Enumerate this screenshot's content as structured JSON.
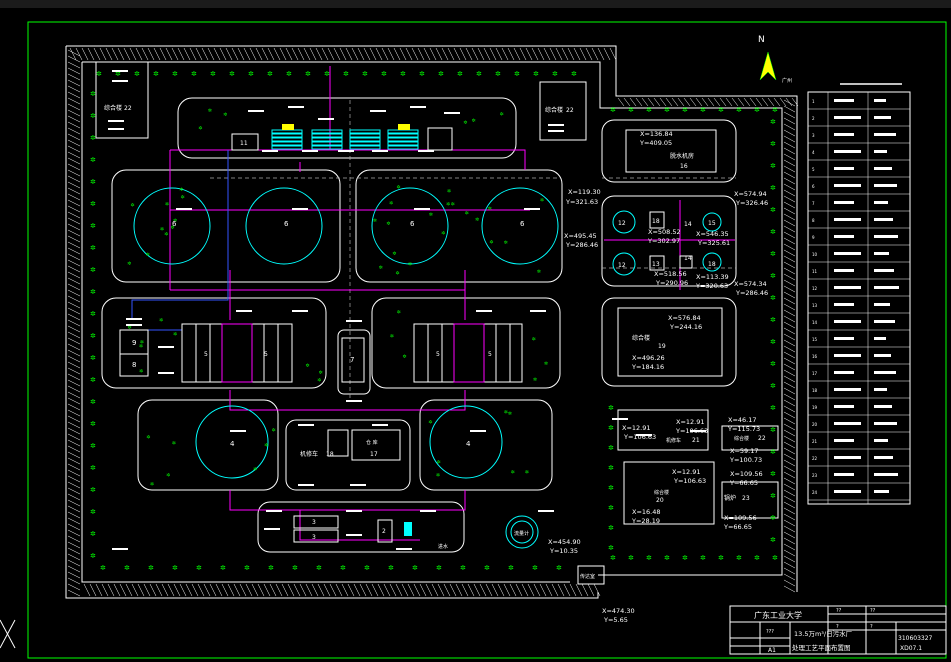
{
  "north_label": "N",
  "north_tag": "广州",
  "uni_name": "广东工业大学",
  "drawing_title_1": "13.5万m³/日污水厂",
  "drawing_title_2": "处理工艺平面布置图",
  "drawing_no": "310603327",
  "drawing_no2": "XD07.1",
  "scale": "A1",
  "sheet_marks": [
    "???",
    "?",
    "??",
    "??",
    "?"
  ],
  "colors": {
    "frame": "#00ff00",
    "road": "#ffffff",
    "pipe": "#ff00ff",
    "tank": "#00ffff",
    "text": "#ffffff",
    "tree": "#00ff00",
    "blue": "#3355ff",
    "yellow": "#ffff00"
  },
  "buildings": {
    "office_22a": {
      "name": "综合楼",
      "num": "22"
    },
    "office_22b": {
      "name": "综合楼",
      "num": "22"
    },
    "pump_11": {
      "num": "11"
    },
    "sed_6": [
      "6",
      "6",
      "6",
      "6"
    ],
    "bio_5": [
      "5",
      "5",
      "5",
      "5"
    ],
    "tank_9": "9",
    "tank_8": "8",
    "tank_7": "7",
    "sec_4": [
      "4",
      "4"
    ],
    "machine_18": {
      "name": "机修车",
      "num": "18"
    },
    "store_17": {
      "name": "仓 库",
      "num": "17"
    },
    "grit_3": [
      "3",
      "3"
    ],
    "pump_2": "2",
    "inlet_1": "进水",
    "flow_24": "流量计",
    "gate": "传达室",
    "sludge_16": {
      "name": "脱水机房",
      "num": "16"
    },
    "dig_12": [
      "12",
      "12"
    ],
    "dig_13": "13",
    "dig_18b": [
      "18",
      "18"
    ],
    "dig_14": [
      "14",
      "14"
    ],
    "dig_15": "15",
    "canteen_19": {
      "name": "综合楼",
      "num": "19"
    },
    "b21": {
      "name": "机修车",
      "num": "21"
    },
    "b22": {
      "name": "综合楼",
      "num": "22"
    },
    "b20": {
      "name": "综合楼",
      "num": "20"
    },
    "b23": {
      "name": "锅炉",
      "num": "23"
    }
  },
  "coords": {
    "c1": [
      "X=119.30",
      "Y=321.63"
    ],
    "c2": [
      "X=495.45",
      "Y=286.46"
    ],
    "c3": [
      "X=136.84",
      "Y=409.05"
    ],
    "c4": [
      "X=574.94",
      "Y=326.46"
    ],
    "c5": [
      "X=546.35",
      "Y=325.61"
    ],
    "c6": [
      "X=508.52",
      "Y=302.97"
    ],
    "c7": [
      "X=518.56",
      "Y=290.96"
    ],
    "c8": [
      "X=113.39",
      "Y=320.63"
    ],
    "c9": [
      "X=574.34",
      "Y=286.46"
    ],
    "c10": [
      "X=576.84",
      "Y=244.16"
    ],
    "c11": [
      "X=496.26",
      "Y=184.16"
    ],
    "c12": [
      "X=12.91",
      "Y=106.63"
    ],
    "c13": [
      "X=12.91",
      "Y=106.63"
    ],
    "c14": [
      "X=46.17",
      "Y=115.73"
    ],
    "c15": [
      "X=59.17",
      "Y=100.73"
    ],
    "c16": [
      "X=12.91",
      "Y=106.63"
    ],
    "c17": [
      "X=109.56",
      "Y=66.65"
    ],
    "c18": [
      "X=16.48",
      "Y=28.19"
    ],
    "c19": [
      "X=109.56",
      "Y=66.65"
    ],
    "c20": [
      "X=454.90",
      "Y=10.35"
    ],
    "c21": [
      "X=474.30",
      "Y=5.65"
    ]
  },
  "table": {
    "title": "构筑物一览表",
    "rows": [
      "1",
      "2",
      "3",
      "4",
      "5",
      "6",
      "7",
      "8",
      "9",
      "10",
      "11",
      "12",
      "13",
      "14",
      "15",
      "16",
      "17",
      "18",
      "19",
      "20",
      "21",
      "22",
      "23",
      "24"
    ]
  }
}
